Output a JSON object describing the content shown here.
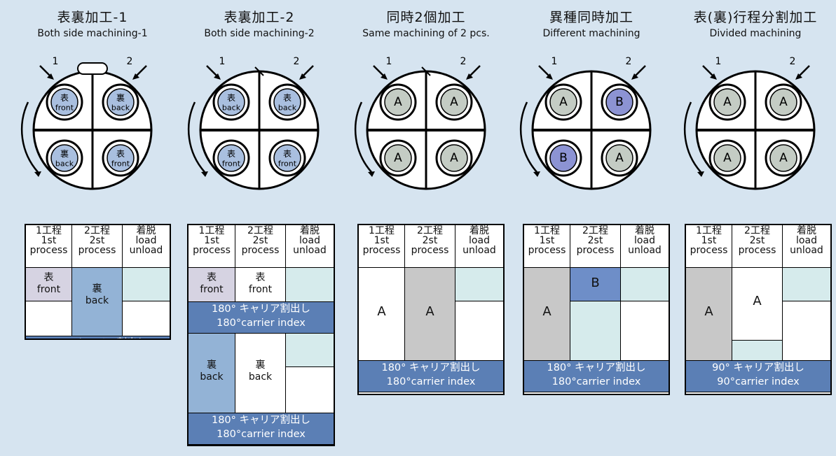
{
  "columns": [
    {
      "title_jp": "表裏加工-1",
      "title_en": "Both side machining-1"
    },
    {
      "title_jp": "表裏加工-2",
      "title_en": "Both side machining-2"
    },
    {
      "title_jp": "同時2個加工",
      "title_en": "Same machining of 2 pcs."
    },
    {
      "title_jp": "異種同時加工",
      "title_en": "Different machining"
    },
    {
      "title_jp": "表(裏)行程分割加工",
      "title_en": "Divided machining"
    }
  ],
  "station_numbers": [
    "1",
    "2"
  ],
  "wheels": [
    {
      "parts": [
        {
          "top": "表",
          "bottom": "front",
          "color": "#a9bfdf"
        },
        {
          "top": "裏",
          "bottom": "back",
          "color": "#a9bfdf"
        },
        {
          "top": "裏",
          "bottom": "back",
          "color": "#a9bfdf"
        },
        {
          "top": "表",
          "bottom": "front",
          "color": "#a9bfdf"
        }
      ]
    },
    {
      "parts": [
        {
          "top": "表",
          "bottom": "back",
          "color": "#a9bfdf"
        },
        {
          "top": "表",
          "bottom": "back",
          "color": "#a9bfdf"
        },
        {
          "top": "表",
          "bottom": "front",
          "color": "#a9bfdf"
        },
        {
          "top": "表",
          "bottom": "front",
          "color": "#a9bfdf"
        }
      ]
    },
    {
      "parts": [
        {
          "top": "A",
          "bottom": "",
          "color": "#c4ccc4"
        },
        {
          "top": "A",
          "bottom": "",
          "color": "#c4ccc4"
        },
        {
          "top": "A",
          "bottom": "",
          "color": "#c4ccc4"
        },
        {
          "top": "A",
          "bottom": "",
          "color": "#c4ccc4"
        }
      ]
    },
    {
      "parts": [
        {
          "top": "A",
          "bottom": "",
          "color": "#c4ccc4"
        },
        {
          "top": "B",
          "bottom": "",
          "color": "#8c93d3"
        },
        {
          "top": "B",
          "bottom": "",
          "color": "#8c93d3"
        },
        {
          "top": "A",
          "bottom": "",
          "color": "#c4ccc4"
        }
      ]
    },
    {
      "parts": [
        {
          "top": "A",
          "bottom": "",
          "color": "#c4ccc4"
        },
        {
          "top": "A",
          "bottom": "",
          "color": "#c4ccc4"
        },
        {
          "top": "A",
          "bottom": "",
          "color": "#c4ccc4"
        },
        {
          "top": "A",
          "bottom": "",
          "color": "#c4ccc4"
        }
      ]
    }
  ],
  "table_header": {
    "p1_jp": "1工程",
    "p1_en1": "1st",
    "p1_en2": "process",
    "p2_jp": "2工程",
    "p2_en1": "2st",
    "p2_en2": "process",
    "p3_jp": "着脱",
    "p3_en1": "load",
    "p3_en2": "unload"
  },
  "table_body": {
    "front_jp": "表",
    "front_en": "front",
    "back_jp": "裏",
    "back_en": "back",
    "a": "A",
    "b": "B"
  },
  "index_180_jp": "180° キャリア割出し",
  "index_180_en": "180°carrier index",
  "index_90_jp": "90° キャリア割出し",
  "index_90_en": "90°carrier index",
  "colors": {
    "background": "#d6e4f0",
    "band": "#5b7fb5",
    "front_cell": "#d6d3e2",
    "back_cell": "#93b3d6",
    "a_cell": "#c8c8c8",
    "load_cell": "#d6ebec",
    "b_cell": "#6e8ec8"
  }
}
